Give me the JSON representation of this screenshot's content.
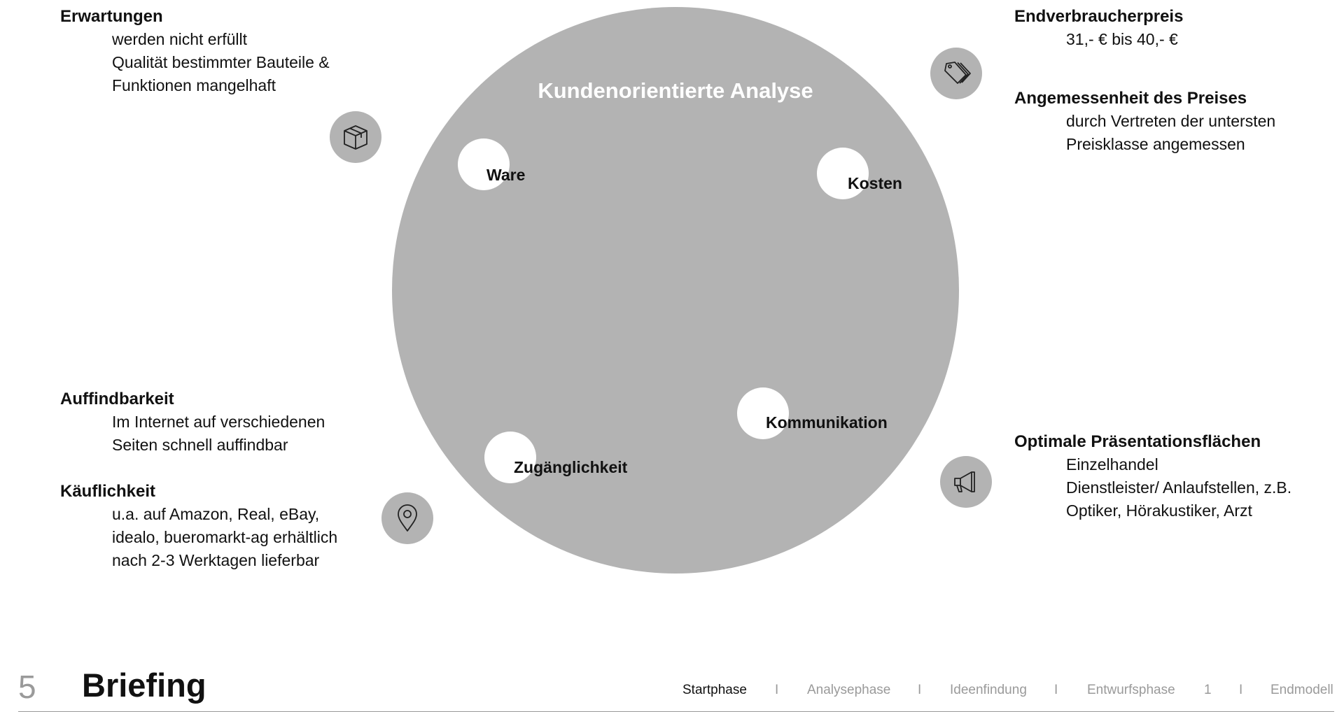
{
  "diagram": {
    "title": "Kundenorientierte Analyse",
    "nodes": {
      "ware": "Ware",
      "kosten": "Kosten",
      "kommunikation": "Kommunikation",
      "zugaenglichkeit": "Zugänglichkeit"
    }
  },
  "icons": {
    "ware": "package-box-icon",
    "kosten": "price-tag-icon",
    "kommunikation": "megaphone-icon",
    "zugaenglichkeit": "location-pin-icon"
  },
  "blocks": {
    "erwartungen": {
      "heading": "Erwartungen",
      "lines": [
        "werden nicht erfüllt",
        "Qualität bestimmter Bauteile &",
        "Funktionen mangelhaft"
      ]
    },
    "endverbraucherpreis": {
      "heading": "Endverbraucherpreis",
      "lines": [
        "31,- € bis 40,- €"
      ]
    },
    "angemessenheit": {
      "heading": "Angemessenheit des Preises",
      "lines": [
        "durch Vertreten der untersten",
        "Preisklasse angemessen"
      ]
    },
    "auffindbarkeit": {
      "heading": "Auffindbarkeit",
      "lines": [
        "Im Internet auf verschiedenen",
        "Seiten schnell auffindbar"
      ]
    },
    "kaeuflichkeit": {
      "heading": "Käuflichkeit",
      "lines": [
        "u.a. auf Amazon, Real, eBay,",
        "idealo, bueromarkt-ag erhältlich",
        "nach 2-3 Werktagen lieferbar"
      ]
    },
    "praesentation": {
      "heading": "Optimale Präsentationsflächen",
      "lines": [
        "Einzelhandel",
        "Dienstleister/ Anlaufstellen,  z.B.",
        "Optiker, Hörakustiker, Arzt"
      ]
    }
  },
  "footer": {
    "page_number": "5",
    "title": "Briefing",
    "nav": [
      "Startphase",
      "Analysephase",
      "Ideenfindung",
      "Entwurfsphase",
      "Endmodell"
    ],
    "separators": [
      "I",
      "I",
      "I",
      "1",
      "I"
    ],
    "active_index": 0
  }
}
